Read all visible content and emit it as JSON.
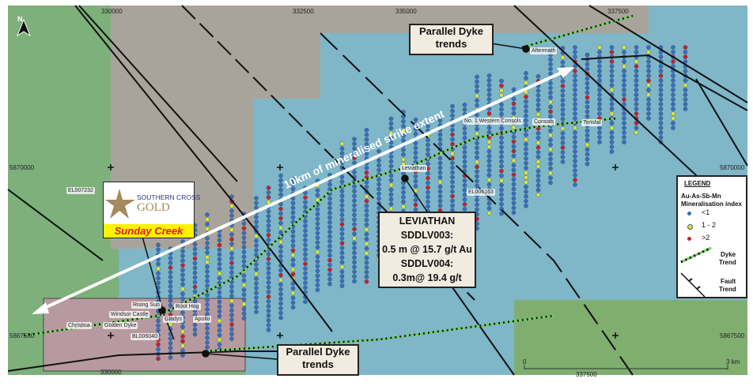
{
  "callouts": {
    "dyke_top": [
      "Parallel Dyke",
      "trends"
    ],
    "dyke_bottom": [
      "Parallel Dyke",
      "trends"
    ],
    "leviathan": [
      "LEVIATHAN",
      "SDDLV003:",
      "0.5 m @ 15.7 g/t Au",
      "SDDLV004:",
      "0.3m@ 19.4 g/t"
    ]
  },
  "strike_text": "10km of mineralised strike extent",
  "prospects": {
    "aftermath": "Aftermath",
    "western_consols": "No. 1 Western Consols",
    "consols": "Consols",
    "tonstal": "Tonstal",
    "leviathan": "Leviathan",
    "rising_sun": "Rising Sun",
    "root_hog": "Root Hog",
    "windsor_castle": "Windsor Castle",
    "gladys": "Gladys",
    "apollo": "Apollo",
    "christina": "Christina",
    "golden_dyke": "Golden Dyke"
  },
  "tenements": {
    "el006163": "EL006163",
    "el007232": "EL007232",
    "bl006040": "BL006040"
  },
  "grid": {
    "e_top": [
      "330000",
      "332500",
      "335000",
      "337500"
    ],
    "e_bottom": [
      "330000",
      "337500"
    ],
    "n_left": [
      "5870000",
      "5867500"
    ],
    "n_right": [
      "5870000",
      "5867500"
    ]
  },
  "north_label": "N",
  "scale": {
    "start": "0",
    "end": "3 km"
  },
  "logo": {
    "line1": "SOUTHERN CROSS",
    "line2": "GOLD",
    "project": "Sunday Creek"
  },
  "legend": {
    "title": "LEGEND",
    "subtitle": [
      "Au-As-Sb-Mn",
      "Mineralisation index"
    ],
    "classes": [
      {
        "label": "<1",
        "color": "#3a6fb5"
      },
      {
        "label": "1 - 2",
        "color": "#d8e83a"
      },
      {
        "label": ">2",
        "color": "#c8202a"
      }
    ],
    "dyke": [
      "Dyke",
      "Trend"
    ],
    "fault": [
      "Fault",
      "Trend"
    ]
  },
  "colors": {
    "green": "#7db07a",
    "blue": "#7fb6c8",
    "gray": "#a9a49b",
    "pink": "#b79aa0",
    "dyke": "#6fcf5a"
  }
}
